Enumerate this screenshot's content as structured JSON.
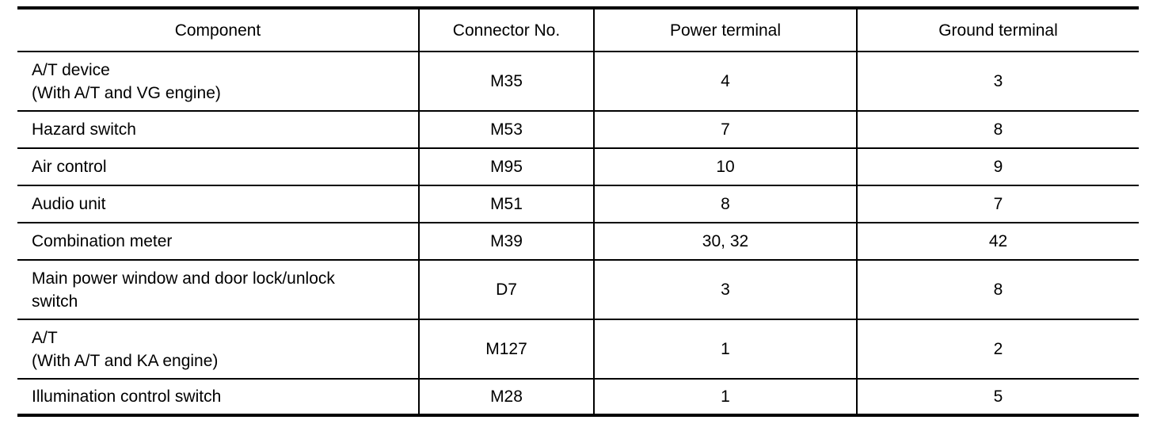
{
  "table": {
    "headers": [
      "Component",
      "Connector No.",
      "Power terminal",
      "Ground terminal"
    ],
    "rows": [
      {
        "component": [
          "A/T device",
          "(With A/T and VG engine)"
        ],
        "connector": "M35",
        "power": "4",
        "ground": "3"
      },
      {
        "component": [
          "Hazard switch"
        ],
        "connector": "M53",
        "power": "7",
        "ground": "8"
      },
      {
        "component": [
          "Air control"
        ],
        "connector": "M95",
        "power": "10",
        "ground": "9"
      },
      {
        "component": [
          "Audio unit"
        ],
        "connector": "M51",
        "power": "8",
        "ground": "7"
      },
      {
        "component": [
          "Combination meter"
        ],
        "connector": "M39",
        "power": "30, 32",
        "ground": "42"
      },
      {
        "component": [
          "Main power window and door lock/unlock",
          "switch"
        ],
        "connector": "D7",
        "power": "3",
        "ground": "8"
      },
      {
        "component": [
          "A/T",
          "(With A/T and KA engine)"
        ],
        "connector": "M127",
        "power": "1",
        "ground": "2"
      },
      {
        "component": [
          "Illumination control switch"
        ],
        "connector": "M28",
        "power": "1",
        "ground": "5"
      }
    ]
  }
}
